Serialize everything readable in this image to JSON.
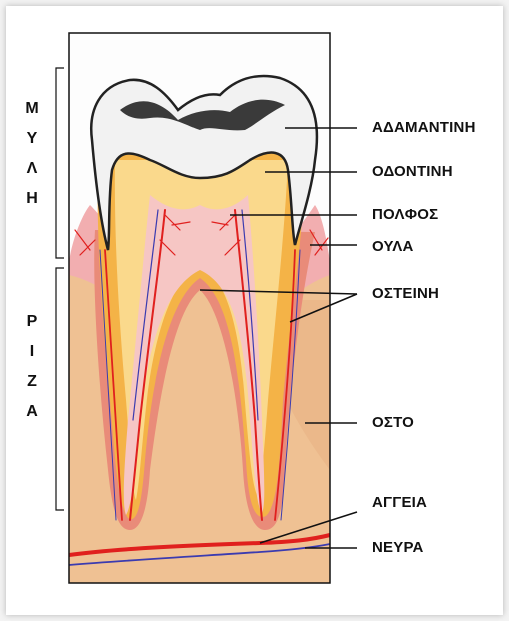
{
  "side_labels": {
    "crown_letters": [
      "Μ",
      "Υ",
      "Λ",
      "Η"
    ],
    "root_letters": [
      "Ρ",
      "Ι",
      "Ζ",
      "Α"
    ]
  },
  "labels": {
    "enamel": "ΑΔΑΜΑΝΤΙΝΗ",
    "dentin": "ΟΔΟΝΤΙΝΗ",
    "pulp": "ΠΟΛΦΟΣ",
    "gum": "ΟΥΛΑ",
    "cementum": "ΟΣΤΕΙΝΗ",
    "bone": "ΟΣΤΟ",
    "vessels": "ΑΓΓΕΙΑ",
    "nerves": "ΝΕΥΡΑ"
  },
  "colors": {
    "enamel": "#f2f2f2",
    "dentin": "#f4b347",
    "dentin_light": "#fad98c",
    "pulp": "#f6c6c4",
    "bone": "#efc193",
    "gum": "#f2aeb0",
    "vessel": "#e0201e",
    "nerve": "#3b3bb0"
  }
}
